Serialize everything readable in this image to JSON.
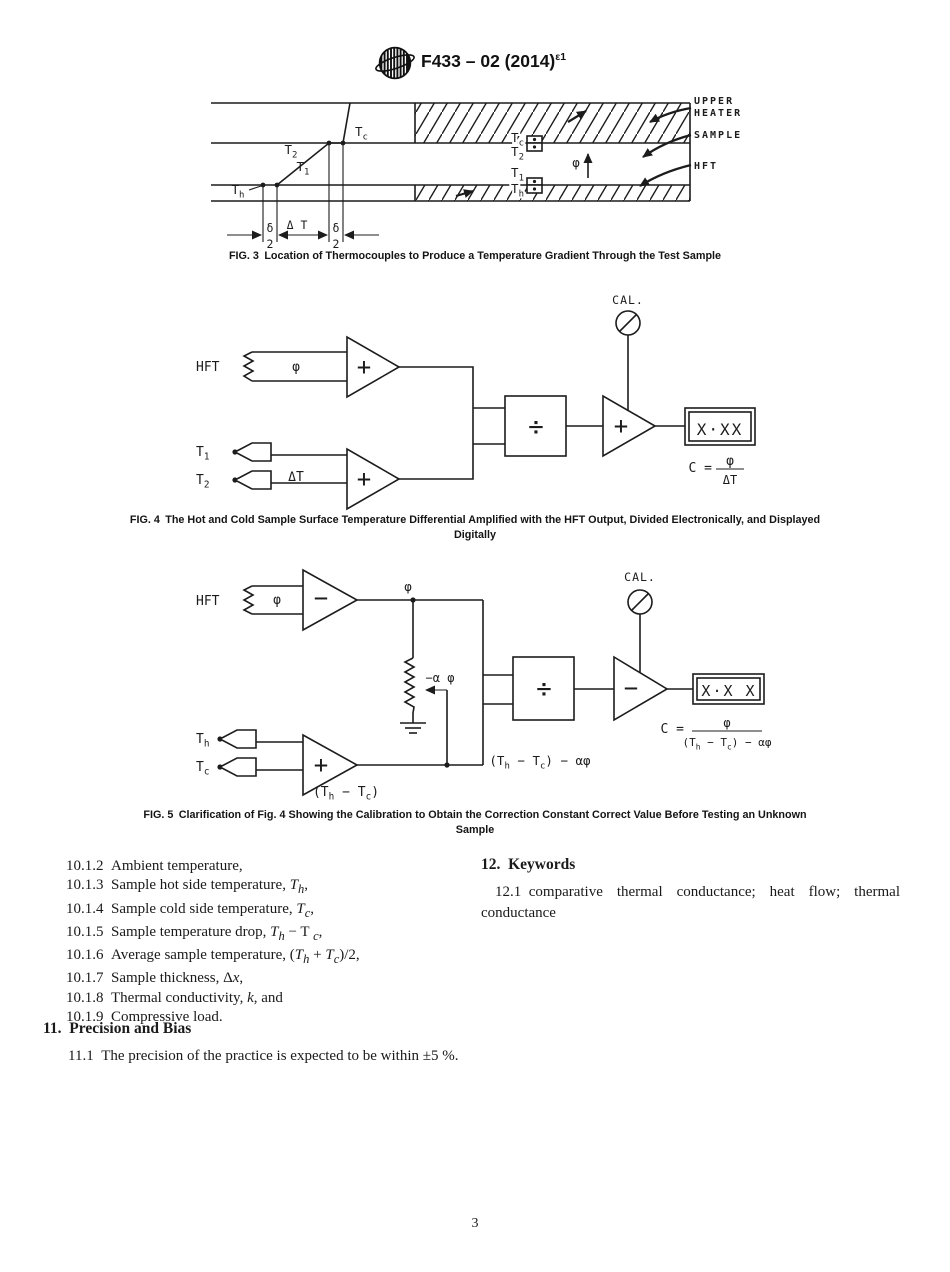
{
  "header": {
    "code": "F433 – 02 (2014)",
    "sup": "ε1"
  },
  "fig3": {
    "caption": "FIG. 3&ensp;Location of Thermocouples to Produce a Temperature Gradient Through the Test Sample",
    "profile": {
      "th": "T_h",
      "t1": "T_1",
      "t2": "T_2",
      "tc": "T_c"
    },
    "dims": {
      "d1n": "δ",
      "d1d": "2",
      "dt": "Δ T",
      "d2n": "δ",
      "d2d": "2"
    },
    "stack": {
      "tc": "T_c",
      "t2": "T_2",
      "t1": "T_1",
      "th": "T_h",
      "phi": "φ"
    },
    "callouts": {
      "upper": "UPPER",
      "heater": "HEATER",
      "sample": "SAMPLE",
      "hft": "HFT"
    }
  },
  "fig4": {
    "caption_line1": "FIG. 4&ensp;The Hot and Cold Sample Surface Temperature Differential Amplified with the HFT Output, Divided Electronically, and Displayed",
    "caption_line2": "Digitally",
    "hft": "HFT",
    "phi": "φ",
    "t1": "T_1",
    "t2": "T_2",
    "dt": "ΔT",
    "amp1": "+",
    "amp2": "+",
    "amp3": "+",
    "divide": "÷",
    "cal": "CAL.",
    "display": "X·XX",
    "formula": {
      "lhs": "C =",
      "num": "φ",
      "den": "ΔT"
    }
  },
  "fig5": {
    "caption_line1": "FIG. 5&ensp;Clarification of Fig. 4 Showing the Calibration to Obtain the Correction Constant Correct Value Before Testing an Unknown",
    "caption_line2": "Sample",
    "hft": "HFT",
    "phi": "φ",
    "phi_node": "φ",
    "neg_alpha_phi": "−α φ",
    "th": "T_h",
    "tc": "T_c",
    "amp1": "−",
    "amp2": "+",
    "amp3": "−",
    "divide": "÷",
    "cal": "CAL.",
    "display": "X·X X",
    "th_tc": "(T_h − T_c)",
    "th_tc_aphi": "(T_h − T_c) − αφ",
    "formula": {
      "lhs": "C =",
      "num": "φ",
      "den": "(T_h − T_c) − αφ"
    }
  },
  "body": {
    "list": [
      "10.1.2&ensp;Ambient temperature,",
      "10.1.3&ensp;Sample hot side temperature, <i>T<sub>h</sub></i>,",
      "10.1.4&ensp;Sample cold side temperature, <i>T<sub>c</sub></i>,",
      "10.1.5&ensp;Sample temperature drop, <i>T<sub>h</sub></i> − T <sub><i>c</i></sub>,",
      "10.1.6&ensp;Average sample temperature, (<i>T<sub>h</sub></i> +  <i>T<sub>c</sub></i>)/2,",
      "10.1.7&ensp;Sample thickness, Δ<i>x</i>,",
      "10.1.8&ensp;Thermal conductivity, <i>k</i>, and",
      "10.1.9&ensp;Compressive load."
    ],
    "sec11": {
      "heading": "11.&ensp;Precision and Bias",
      "para": "11.1&ensp;The precision of the practice is expected to be within ±5 %."
    },
    "sec12": {
      "heading": "12.&ensp;Keywords",
      "para": "12.1&ensp;comparative thermal conductance; heat flow; thermal conductance"
    }
  },
  "page": {
    "number": "3"
  }
}
